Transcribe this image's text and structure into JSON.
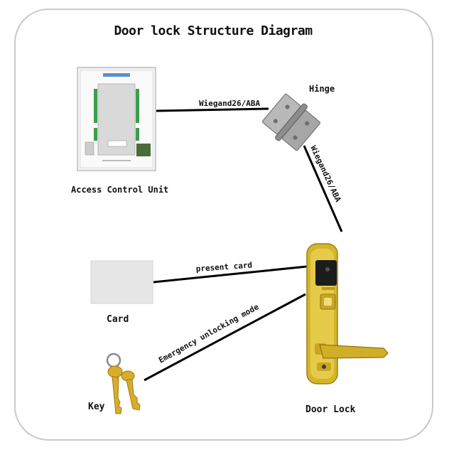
{
  "diagram": {
    "title": "Door lock Structure Diagram",
    "nodes": {
      "access_control_unit": "Access Control Unit",
      "hinge": "Hinge",
      "card": "Card",
      "key": "Key",
      "door_lock": "Door Lock"
    },
    "connections": {
      "acu_to_hinge": "Wiegand26/ABA",
      "hinge_to_lock": "Wiegand26/ABA",
      "card_to_lock": "present card",
      "key_to_lock": "Emergency unlocking mode"
    },
    "colors": {
      "frame": "#c9c9c9",
      "line": "#000000",
      "lock_gold": "#d4b52a",
      "card_fill": "#e6e6e6"
    }
  }
}
